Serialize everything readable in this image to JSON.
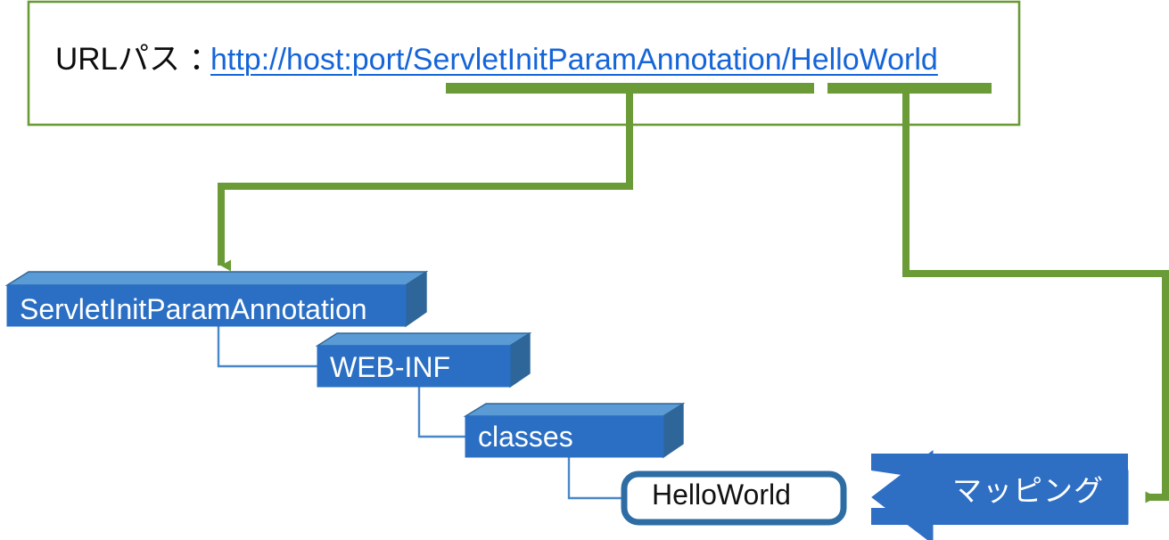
{
  "diagram": {
    "type": "url-path-to-directory-mapping",
    "colors": {
      "accent_green": "#6a9b36",
      "box_front_blue": "#2a6fc4",
      "box_top_blue": "#5b9bd5",
      "box_side_blue": "#2f6699",
      "link_blue": "#1565d8",
      "connector_blue": "#4a87c8",
      "arrow_blue": "#2e6fc4",
      "node_border_blue": "#2e6da4",
      "text_dark": "#0d0d0d",
      "text_white": "#ffffff"
    }
  },
  "url_banner": {
    "label": "URLパス ：",
    "link_text": "http://host:port/ServletInitParamAnnotation/HelloWorld",
    "highlights": [
      {
        "name": "context-path-highlight",
        "text": "/ServletInitParamAnnotation"
      },
      {
        "name": "servlet-mapping-highlight",
        "text": "/HelloWorld"
      }
    ]
  },
  "tree": {
    "nodes": [
      {
        "id": "root",
        "label": "ServletInitParamAnnotation",
        "kind": "folder"
      },
      {
        "id": "webinf",
        "label": "WEB-INF",
        "kind": "folder"
      },
      {
        "id": "classes",
        "label": "classes",
        "kind": "folder"
      },
      {
        "id": "hello",
        "label": "HelloWorld",
        "kind": "class"
      }
    ]
  },
  "mapping": {
    "arrow_label": "マッピング"
  }
}
